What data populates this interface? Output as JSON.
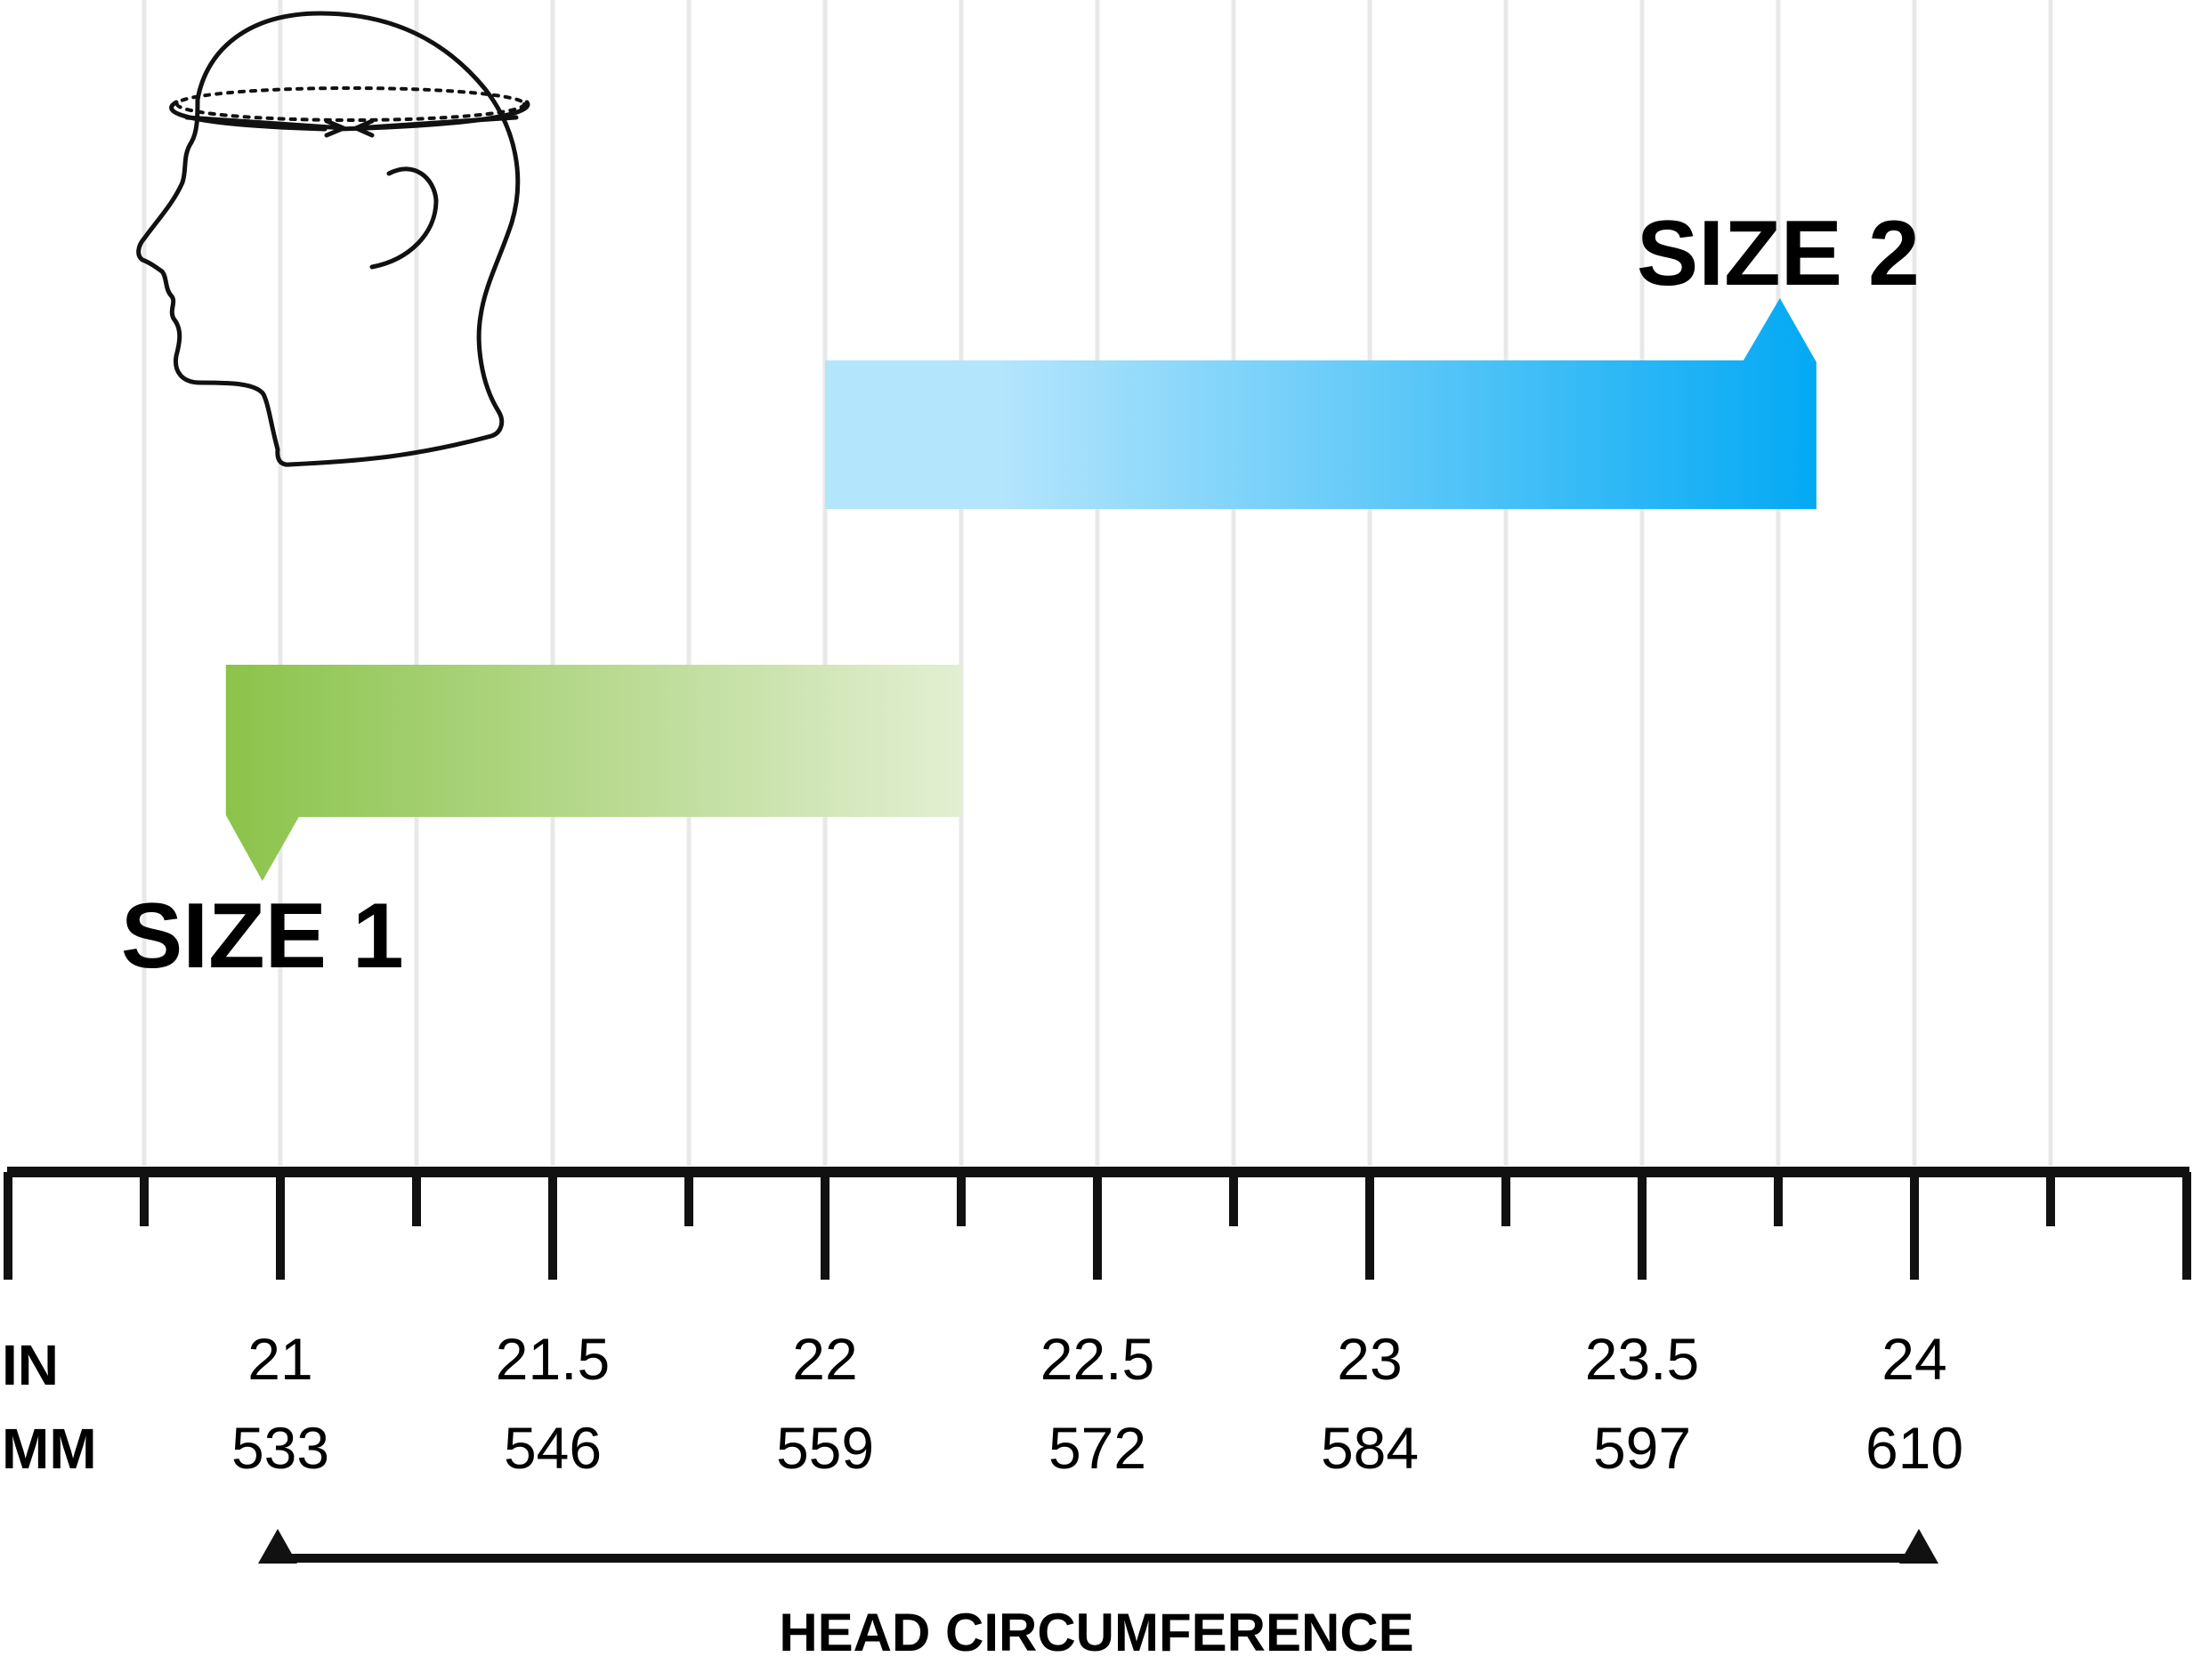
{
  "chart_data": {
    "type": "bar",
    "title": "",
    "xlabel": "HEAD CIRCUMFERENCE",
    "ylabel": "",
    "xlim_in": [
      20.5,
      24.5
    ],
    "units": {
      "primary": "IN",
      "secondary": "MM"
    },
    "ticks_in": [
      "21",
      "21.5",
      "22",
      "22.5",
      "23",
      "23.5",
      "24"
    ],
    "ticks_mm": [
      "533",
      "546",
      "559",
      "572",
      "584",
      "597",
      "610"
    ],
    "grid": true,
    "series": [
      {
        "name": "SIZE 1",
        "range_in": [
          20.9,
          22.25
        ],
        "color_start": "#8bc34a",
        "color_end": "#e2efd2"
      },
      {
        "name": "SIZE 2",
        "range_in": [
          22.0,
          23.82
        ],
        "color_start": "#b3e5fc",
        "color_end": "#03a9f4"
      }
    ]
  }
}
